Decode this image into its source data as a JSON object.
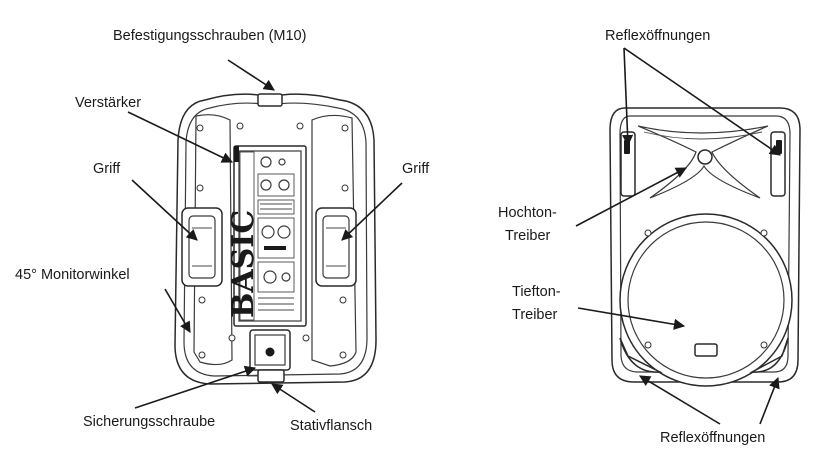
{
  "labels": {
    "mounting_screws": "Befestigungsschrauben (M10)",
    "amplifier": "Verstärker",
    "handle_left": "Griff",
    "handle_right": "Griff",
    "monitor_angle": "45° Monitorwinkel",
    "safety_screw": "Sicherungsschraube",
    "stand_flange": "Stativflansch",
    "reflex_top": "Reflexöffnungen",
    "tweeter_1": "Hochton-",
    "tweeter_2": "Treiber",
    "woofer_1": "Tiefton-",
    "woofer_2": "Treiber",
    "reflex_bottom": "Reflexöffnungen"
  },
  "panel": {
    "brand": "BASIC"
  }
}
